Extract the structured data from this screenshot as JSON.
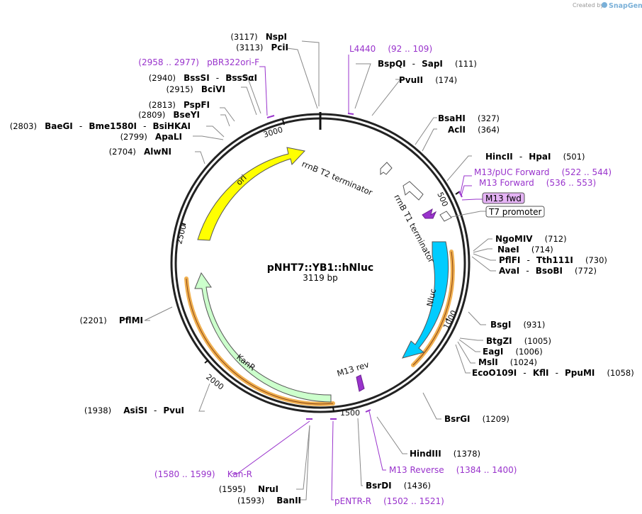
{
  "credit": {
    "prefix": "Created by",
    "brand": "SnapGene"
  },
  "plasmid": {
    "name": "pNHT7::YB1::hNluc",
    "length": "3119 bp"
  },
  "scale_labels": [
    "500",
    "1000",
    "1500",
    "2000",
    "2500",
    "3000"
  ],
  "enzymes": {
    "nspi": {
      "pos": "(3117)",
      "name": "NspI"
    },
    "pcii": {
      "pos": "(3113)",
      "name": "PciI"
    },
    "bsssi": {
      "pos": "(2940)",
      "name": "BssSI",
      "name2": "BssSαI"
    },
    "bcivi": {
      "pos": "(2915)",
      "name": "BciVI"
    },
    "pspfi": {
      "pos": "(2813)",
      "name": "PspFI"
    },
    "bseyi": {
      "pos": "(2809)",
      "name": "BseYI"
    },
    "baegi": {
      "pos": "(2803)",
      "name": "BaeGI",
      "name2": "Bme1580I",
      "name3": "BsiHKAI"
    },
    "apali": {
      "pos": "(2799)",
      "name": "ApaLI"
    },
    "alwni": {
      "pos": "(2704)",
      "name": "AlwNI"
    },
    "bspqi": {
      "name": "BspQI",
      "name2": "SapI",
      "pos": "(111)"
    },
    "pvuii": {
      "name": "PvuII",
      "pos": "(174)"
    },
    "bsahi": {
      "name": "BsaHI",
      "pos": "(327)"
    },
    "acli": {
      "name": "AclI",
      "pos": "(364)"
    },
    "hincii": {
      "name": "HincII",
      "name2": "HpaI",
      "pos": "(501)"
    },
    "ngomiv": {
      "name": "NgoMIV",
      "pos": "(712)"
    },
    "naei": {
      "name": "NaeI",
      "pos": "(714)"
    },
    "pflfi": {
      "name": "PflFI",
      "name2": "Tth111I",
      "pos": "(730)"
    },
    "avai": {
      "name": "AvaI",
      "name2": "BsoBI",
      "pos": "(772)"
    },
    "bsgi": {
      "name": "BsgI",
      "pos": "(931)"
    },
    "btgzi": {
      "name": "BtgZI",
      "pos": "(1005)"
    },
    "eagi": {
      "name": "EagI",
      "pos": "(1006)"
    },
    "msli": {
      "name": "MslI",
      "pos": "(1024)"
    },
    "eco0109i": {
      "name": "EcoO109I",
      "name2": "KflI",
      "name3": "PpuMI",
      "pos": "(1058)"
    },
    "bsrgi": {
      "name": "BsrGI",
      "pos": "(1209)"
    },
    "hindiii": {
      "name": "HindIII",
      "pos": "(1378)"
    },
    "bsrdi": {
      "name": "BsrDI",
      "pos": "(1436)"
    },
    "nrui": {
      "pos": "(1595)",
      "name": "NruI"
    },
    "banii": {
      "pos": "(1593)",
      "name": "BanII"
    },
    "asisi": {
      "pos": "(1938)",
      "name": "AsiSI",
      "name2": "PvuI"
    },
    "pflmi": {
      "pos": "(2201)",
      "name": "PflMI"
    }
  },
  "primers": {
    "pbr322": {
      "range": "(2958 .. 2977)",
      "name": "pBR322ori-F"
    },
    "l4440": {
      "name": "L4440",
      "range": "(92 .. 109)"
    },
    "m13puc": {
      "name": "M13/pUC Forward",
      "range": "(522 .. 544)"
    },
    "m13fwd_range": {
      "name": "M13 Forward",
      "range": "(536 .. 553)"
    },
    "m13rev_range": {
      "name": "M13 Reverse",
      "range": "(1384 .. 1400)"
    },
    "kanr": {
      "range": "(1580 .. 1599)",
      "name": "Kan-R"
    },
    "pentr": {
      "name": "pENTR-R",
      "range": "(1502 .. 1521)"
    }
  },
  "boxed": {
    "m13fwd": "M13 fwd",
    "t7": "T7 promoter"
  },
  "features": {
    "ori": "ori",
    "kanr": "KanR",
    "nluc": "Nluc",
    "rrnb_t2": "rrnB T2 terminator",
    "rrnb_t1": "rrnB T1 terminator",
    "m13rev": "M13 rev"
  },
  "colors": {
    "ori": "#ffff00",
    "kanr": "#ccffcc",
    "nluc": "#00ccff",
    "orange_band": "#f0b050",
    "primer": "#9933cc",
    "line": "#888888"
  }
}
